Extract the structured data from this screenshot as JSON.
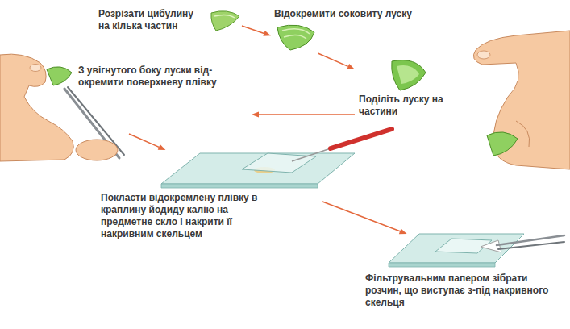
{
  "diagram": {
    "nodes": [
      {
        "text": [
          "Розрізати цибулину на кілька частин"
        ]
      },
      {
        "text": [
          "Відокремити соковиту луску"
        ]
      },
      {
        "text": [
          "Поділіть луску на частини"
        ]
      },
      {
        "text": [
          "З увігнутого боку луски від- окремити поверхневу плівку"
        ]
      },
      {
        "text": [
          "Покласти відокремлену плівку в краплину йодиду калію на предметне скло і накрити її накривним скельцем"
        ]
      },
      {
        "text": [
          "Фільтрувальним папером зібрати розчин, що виступає з-під накривного скельця"
        ]
      }
    ],
    "edges": [
      {
        "from": 0,
        "to": 1,
        "arrow": "to"
      },
      {
        "from": 1,
        "to": 2,
        "arrow": "to"
      },
      {
        "from": 2,
        "to": 3,
        "arrow": "to"
      },
      {
        "from": 3,
        "to": 4,
        "arrow": "to"
      },
      {
        "from": 4,
        "to": 5,
        "arrow": "to"
      }
    ]
  }
}
